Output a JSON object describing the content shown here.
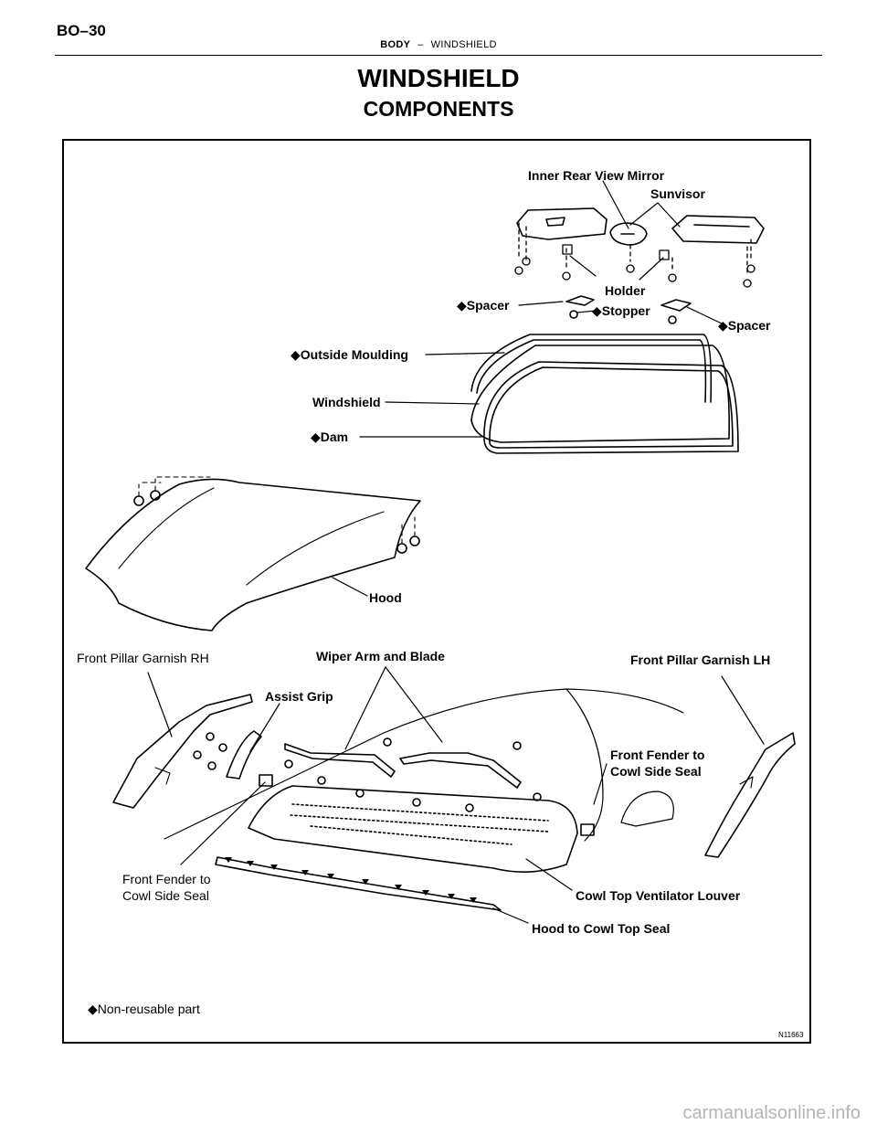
{
  "header": {
    "page_number": "BO–30",
    "section": "BODY",
    "separator": "–",
    "subsection": "WINDSHIELD"
  },
  "title": "WINDSHIELD",
  "subtitle": "COMPONENTS",
  "figure": {
    "labels": {
      "inner_rear_view_mirror": "Inner Rear View Mirror",
      "sunvisor": "Sunvisor",
      "holder": "Holder",
      "spacer_left": "◆Spacer",
      "stopper": "◆Stopper",
      "spacer_right": "◆Spacer",
      "outside_moulding": "◆Outside Moulding",
      "windshield": "Windshield",
      "dam": "◆Dam",
      "hood": "Hood",
      "front_pillar_garnish_rh": "Front Pillar Garnish RH",
      "wiper_arm_and_blade": "Wiper Arm and Blade",
      "front_pillar_garnish_lh": "Front Pillar Garnish LH",
      "assist_grip": "Assist Grip",
      "front_fender_seal_right_1": "Front Fender to",
      "front_fender_seal_right_2": "Cowl Side Seal",
      "front_fender_seal_left_1": "Front Fender to",
      "front_fender_seal_left_2": "Cowl Side Seal",
      "cowl_top_ventilator_louver": "Cowl Top Ventilator Louver",
      "hood_to_cowl_top_seal": "Hood to Cowl Top Seal",
      "non_reusable_part": "◆Non-reusable part"
    },
    "figure_number": "N11663"
  },
  "watermark": "carmanualsonline.info"
}
